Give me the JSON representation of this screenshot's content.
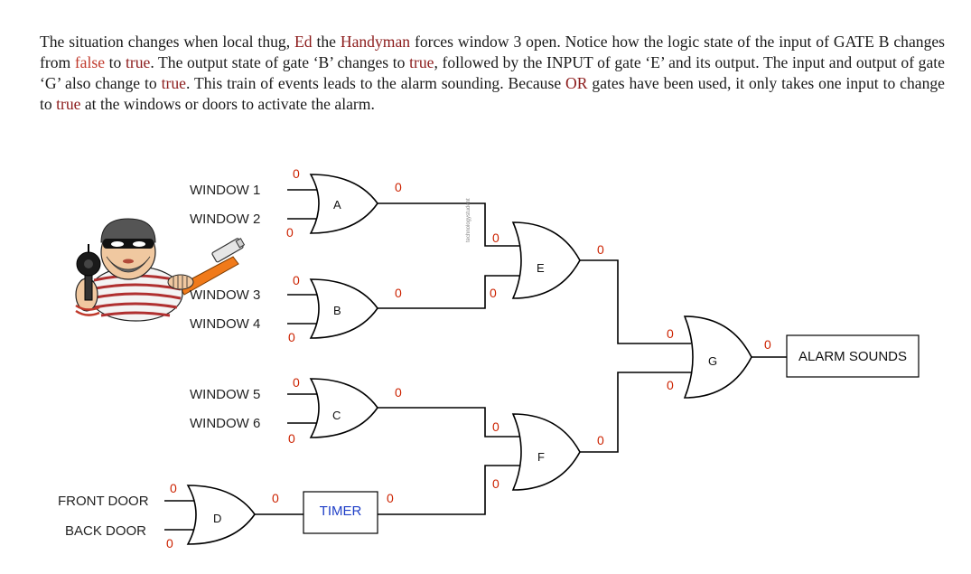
{
  "paragraph": {
    "s1": "The situation changes when local thug, ",
    "s2": "Ed",
    "s3": " the ",
    "s4": "Handyman",
    "s5": " forces window 3 open. Notice how the logic state of the input of GATE B changes from ",
    "s6": "false",
    "s7": " to ",
    "s8": "true",
    "s9": ". The output state of gate ‘B’ changes to ",
    "s10": "true",
    "s11": ", followed by the INPUT of gate ‘E’ and its output. The input and output of gate ‘G’ also change to ",
    "s12": "true",
    "s13": ". This train of events leads to the alarm sounding. Because ",
    "s14": "OR",
    "s15": " gates have been used, it only takes one input to change to ",
    "s16": "true",
    "s17": " at the windows or doors to activate the alarm."
  },
  "inputs": {
    "window1": "WINDOW 1",
    "window2": "WINDOW 2",
    "window3": "WINDOW 3",
    "window4": "WINDOW 4",
    "window5": "WINDOW 5",
    "window6": "WINDOW 6",
    "front_door": "FRONT DOOR",
    "back_door": "BACK DOOR"
  },
  "gates": {
    "a": "A",
    "b": "B",
    "c": "C",
    "d": "D",
    "e": "E",
    "f": "F",
    "g": "G"
  },
  "timer": "TIMER",
  "alarm": "ALARM SOUNDS",
  "watermark": "technologystudent",
  "states": {
    "a_in1": "0",
    "a_in2": "0",
    "a_out": "0",
    "b_in1": "0",
    "b_in2": "0",
    "b_out": "0",
    "c_in1": "0",
    "c_in2": "0",
    "c_out": "0",
    "d_in1": "0",
    "d_in2": "0",
    "d_out": "0",
    "timer_out": "0",
    "e_in1": "0",
    "e_in2": "0",
    "e_out": "0",
    "f_in1": "0",
    "f_in2": "0",
    "f_out": "0",
    "g_in1": "0",
    "g_in2": "0",
    "g_out": "0"
  },
  "colors": {
    "state_red": "#cc2200",
    "timer_blue": "#1f3fc7",
    "hammer_orange": "#f07a1a"
  }
}
